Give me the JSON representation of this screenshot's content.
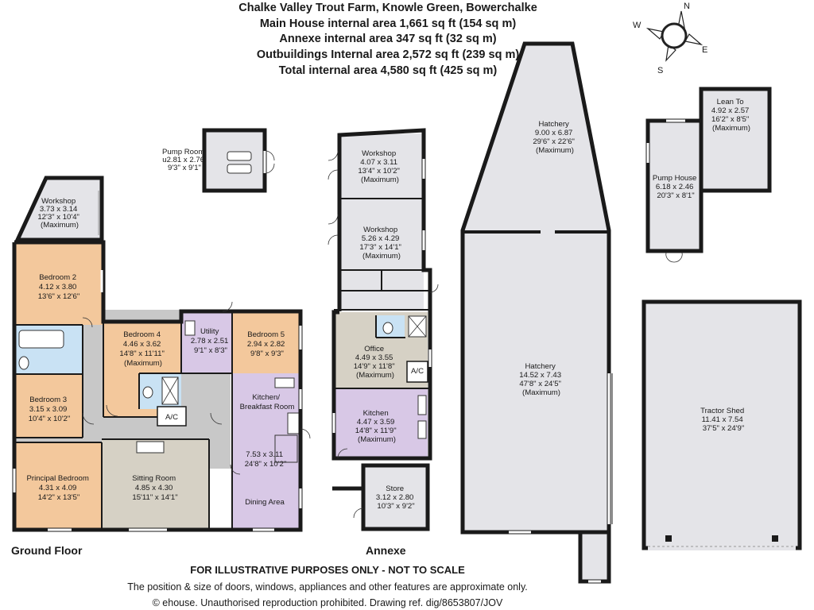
{
  "header": {
    "property": "Chalke Valley Trout Farm, Knowle Green, Bowerchalke",
    "main_house": "Main House internal area 1,661 sq ft (154 sq m)",
    "annexe": "Annexe internal area 347 sq ft (32 sq m)",
    "outbuildings": "Outbuildings Internal area 2,572 sq ft (239 sq m)",
    "total": "Total internal area 4,580 sq ft (425 sq m)"
  },
  "compass": {
    "n": "N",
    "e": "E",
    "s": "S",
    "w": "W"
  },
  "colors": {
    "bedroom": "#f3c89c",
    "bathroom": "#c9e2f4",
    "circulation": "#c8c8c8",
    "living": "#d6d1c5",
    "kitchen": "#d8c8e6",
    "outbuilding": "#e4e4e8",
    "wall": "#1a1a1a"
  },
  "rooms": {
    "pump_room": [
      "Pump Room",
      "u2.81 x 2.76",
      "9'3\" x 9'1\""
    ],
    "workshop_main": [
      "Workshop",
      "3.73 x 3.14",
      "12'3\" x 10'4\"",
      "(Maximum)"
    ],
    "bedroom2": [
      "Bedroom 2",
      "4.12 x 3.80",
      "13'6\" x 12'6\""
    ],
    "bedroom4": [
      "Bedroom 4",
      "4.46 x 3.62",
      "14'8\" x 11'11\"",
      "(Maximum)"
    ],
    "utility": [
      "Utility",
      "2.78 x 2.51",
      "9'1\" x 8'3\""
    ],
    "bedroom5": [
      "Bedroom 5",
      "2.94 x 2.82",
      "9'8\" x 9'3\""
    ],
    "bedroom3": [
      "Bedroom 3",
      "3.15 x 3.09",
      "10'4\" x 10'2\""
    ],
    "kitchen_breakfast": [
      "Kitchen/",
      "Breakfast Room"
    ],
    "kitchen_breakfast_dims": [
      "7.53 x 3.11",
      "24'8\" x 10'2\""
    ],
    "dining_area": "Dining Area",
    "principal": [
      "Principal Bedroom",
      "4.31 x 4.09",
      "14'2\" x 13'5\""
    ],
    "sitting": [
      "Sitting Room",
      "4.85 x 4.30",
      "15'11\" x 14'1\""
    ],
    "ac_main": "A/C",
    "workshop_annexe1": [
      "Workshop",
      "4.07 x 3.11",
      "13'4\" x 10'2\"",
      "(Maximum)"
    ],
    "workshop_annexe2": [
      "Workshop",
      "5.26 x 4.29",
      "17'3\" x 14'1\"",
      "(Maximum)"
    ],
    "office": [
      "Office",
      "4.49 x 3.55",
      "14'9\" x 11'8\"",
      "(Maximum)"
    ],
    "ac_annexe": "A/C",
    "kitchen_annexe": [
      "Kitchen",
      "4.47 x 3.59",
      "14'8\" x 11'9\"",
      "(Maximum)"
    ],
    "store": [
      "Store",
      "3.12 x 2.80",
      "10'3\" x 9'2\""
    ],
    "hatchery_upper": [
      "Hatchery",
      "9.00 x 6.87",
      "29'6\" x 22'6\"",
      "(Maximum)"
    ],
    "hatchery_lower": [
      "Hatchery",
      "14.52 x 7.43",
      "47'8\" x 24'5\"",
      "(Maximum)"
    ],
    "lean_to": [
      "Lean To",
      "4.92 x 2.57",
      "16'2\" x 8'5\"",
      "(Maximum)"
    ],
    "pump_house": [
      "Pump House",
      "6.18 x 2.46",
      "20'3\" x 8'1\""
    ],
    "tractor_shed": [
      "Tractor Shed",
      "11.41 x 7.54",
      "37'5\" x 24'9\""
    ]
  },
  "labels": {
    "ground_floor": "Ground Floor",
    "annexe": "Annexe"
  },
  "footer": {
    "disclaimer": "FOR ILLUSTRATIVE PURPOSES ONLY - NOT TO SCALE",
    "note": "The position & size of doors, windows, appliances and other features are approximate only.",
    "copyright": "© ehouse. Unauthorised reproduction prohibited. Drawing ref. dig/8653807/JOV"
  }
}
